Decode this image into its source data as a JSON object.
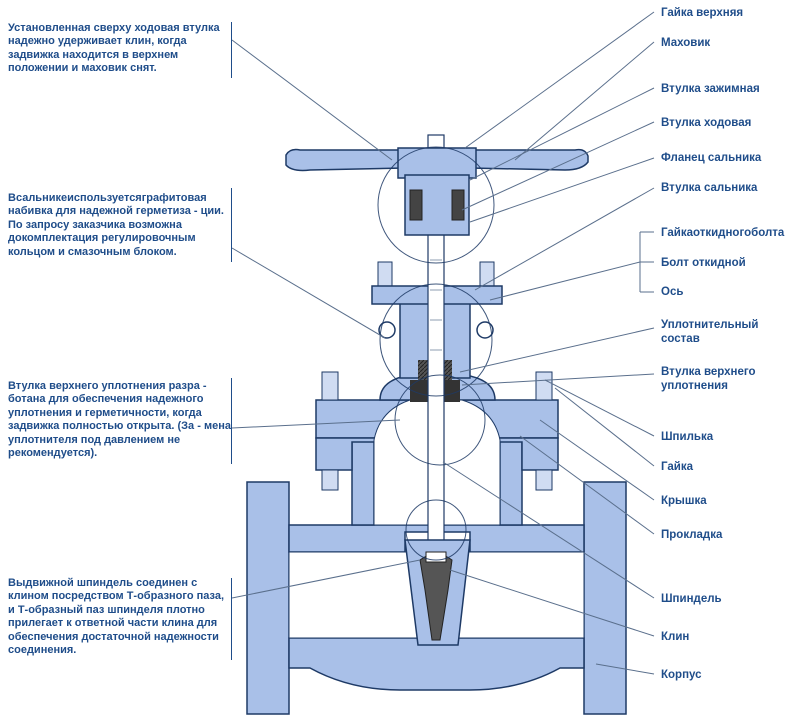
{
  "colors": {
    "text": "#1f4d8a",
    "body_fill": "#a9c0e8",
    "body_stroke": "#1e3a66",
    "lines": "#5a6f8c"
  },
  "labels": {
    "nut_top": "Гайка верхняя",
    "handwheel": "Маховик",
    "clamp_bush": "Втулка зажимная",
    "stem_bush": "Втулка ходовая",
    "gland_flange": "Фланец сальника",
    "gland_bush": "Втулка сальника",
    "eyebolt_nut": "Гайкаоткидногоболта",
    "eyebolt": "Болт откидной",
    "axis": "Ось",
    "packing": "Уплотнительный состав",
    "backseat_bush": "Втулка верхнего уплотнения",
    "stud": "Шпилька",
    "nut": "Гайка",
    "bonnet": "Крышка",
    "gasket": "Прокладка",
    "stem": "Шпиндель",
    "wedge": "Клин",
    "body": "Корпус"
  },
  "notes": {
    "n1": "Установленная сверху ходовая втулка надежно удерживает клин, когда задвижка находится в верхнем положении и маховик снят.",
    "n2": "Всальникеиспользуетсяграфитовая набивка для надежной герметиза - ции. По запросу заказчика возможна докомплектация регулировочным кольцом и смазочным блоком.",
    "n3": "Втулка верхнего уплотнения разра - ботана для обеспечения надежного уплотнения и герметичности, когда задвижка полностью открыта. (За - мена уплотнителя под давлением не рекомендуется).",
    "n4": "Выдвижной шпиндель соединен с клином посредством Т-образного паза, и Т-образный паз шпинделя плотно прилегает к ответной части клина для обеспечения достаточной надежности соединения."
  }
}
